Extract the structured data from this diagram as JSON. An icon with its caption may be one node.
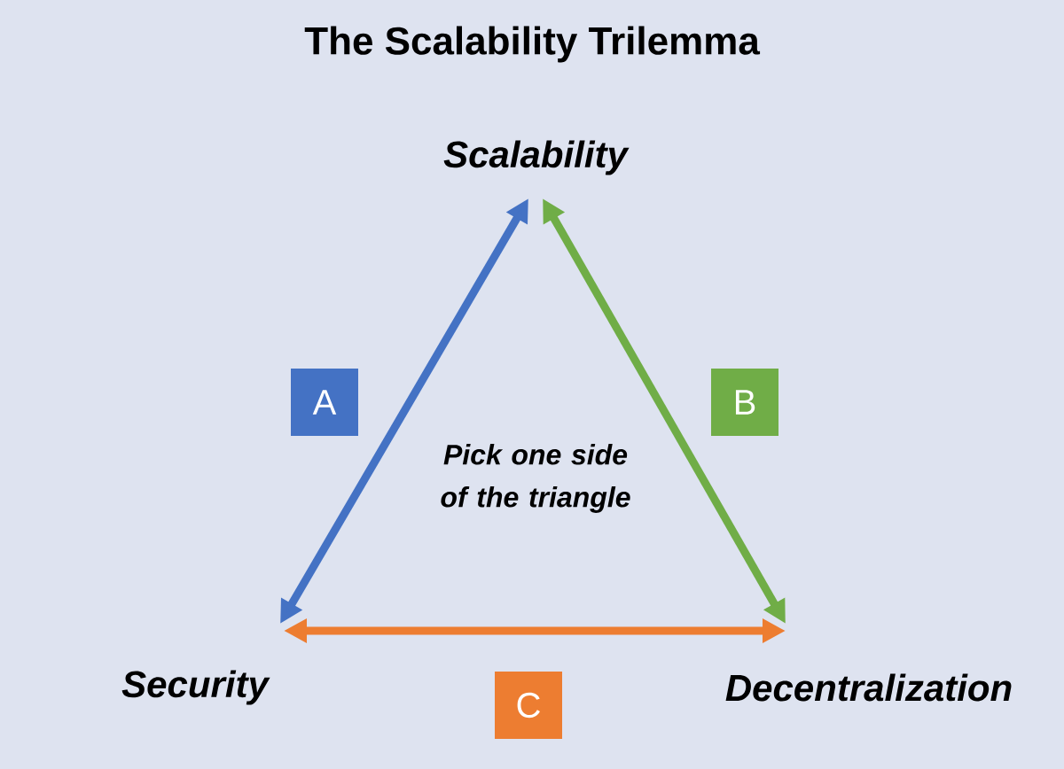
{
  "diagram": {
    "title": "The Scalability Trilemma",
    "nodes": [
      {
        "text": [
          "Scalability"
        ]
      },
      {
        "text": [
          "A"
        ]
      },
      {
        "text": [
          "B"
        ]
      },
      {
        "text": [
          "Security"
        ]
      },
      {
        "text": [
          "C"
        ]
      },
      {
        "text": [
          "Decentralization"
        ]
      }
    ],
    "edges": [
      {
        "from": 0,
        "to": 3,
        "arrow": "both",
        "color": "#4472c4"
      },
      {
        "from": 0,
        "to": 5,
        "arrow": "both",
        "color": "#70ad47"
      },
      {
        "from": 3,
        "to": 5,
        "arrow": "both",
        "color": "#ed7d31"
      }
    ],
    "labels": [
      "Pick one side of the triangle"
    ]
  }
}
